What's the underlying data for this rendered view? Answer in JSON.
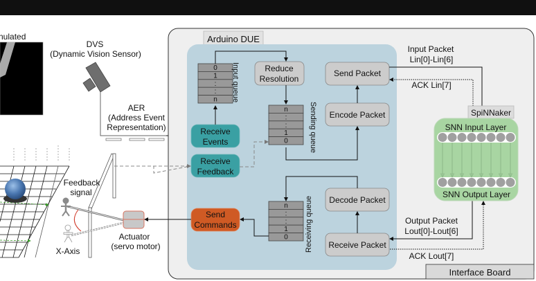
{
  "diagram": {
    "left_panel": {
      "simulated_label": "nulated"
    },
    "dvs": {
      "title": "DVS",
      "subtitle": "(Dynamic Vision Sensor)"
    },
    "aer": {
      "line1": "AER",
      "line2": "(Address Event",
      "line3": "Representation)"
    },
    "feedback": {
      "line1": "Feedback",
      "line2": "signal"
    },
    "x_axis_label": "X-Axis",
    "actuator": {
      "line1": "Actuator",
      "line2": "(servo motor)"
    },
    "interface_board": {
      "label": "Interface Board"
    },
    "arduino": {
      "label": "Arduino DUE",
      "input_queue": {
        "label": "Input queue",
        "cells": [
          "0",
          "1",
          ":",
          ":",
          "n"
        ]
      },
      "sending_queue": {
        "label": "Sending queue",
        "cells": [
          "n",
          ":",
          ":",
          "1",
          "0"
        ]
      },
      "receiving_queue": {
        "label": "Receiving queue",
        "cells": [
          "n",
          ":",
          ":",
          "1",
          "0"
        ]
      },
      "reduce_resolution": {
        "line1": "Reduce",
        "line2": "Resolution"
      },
      "send_packet": "Send Packet",
      "encode_packet": "Encode Packet",
      "decode_packet": "Decode Packet",
      "receive_packet": "Receive Packet",
      "receive_events": {
        "line1": "Receive",
        "line2": "Events"
      },
      "receive_feedback": {
        "line1": "Receive",
        "line2": "Feedback"
      },
      "send_commands": {
        "line1": "Send",
        "line2": "Commands"
      }
    },
    "links": {
      "input_packet": {
        "line1": "Input Packet",
        "line2": "Lin[0]-Lin[6]"
      },
      "ack_in": "ACK Lin[7]",
      "output_packet": {
        "line1": "Output Packet",
        "line2": "Lout[0]-Lout[6]"
      },
      "ack_out": "ACK Lout[7]"
    },
    "spinnaker": {
      "label": "SpiNNaker",
      "input_layer": "SNN Input Layer",
      "output_layer": "SNN Output Layer",
      "neurons_per_layer": 8
    },
    "colors": {
      "arduino_bg": "#bcd3de",
      "board_bg": "#efefef",
      "teal": "#3aa0a3",
      "orange": "#cf5a24",
      "process_gray": "#cccccc",
      "queue_gray": "#999999",
      "snn_green": "#a8d5a2",
      "neuron_gray": "#a0a0a0"
    }
  }
}
